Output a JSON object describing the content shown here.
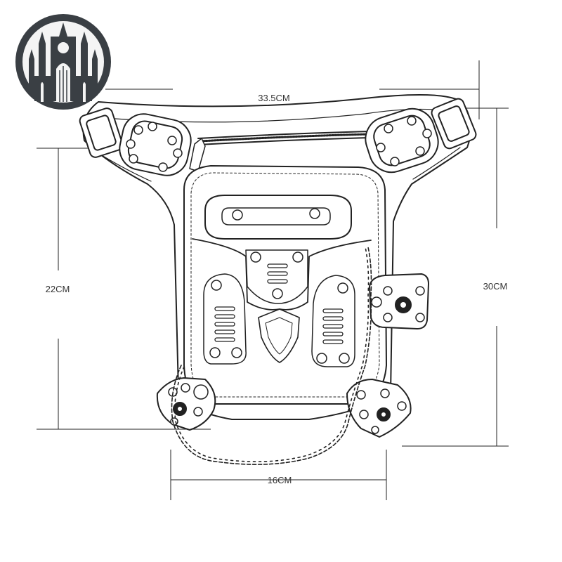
{
  "logo": {
    "name": "gothic-cathedral-logo"
  },
  "dimensions": {
    "width_top": "33.5CM",
    "height_left": "22CM",
    "height_right": "30CM",
    "width_bottom": "16CM"
  },
  "colors": {
    "line": "#222222",
    "logo_dark": "#3a3f44",
    "fill": "#ffffff"
  }
}
